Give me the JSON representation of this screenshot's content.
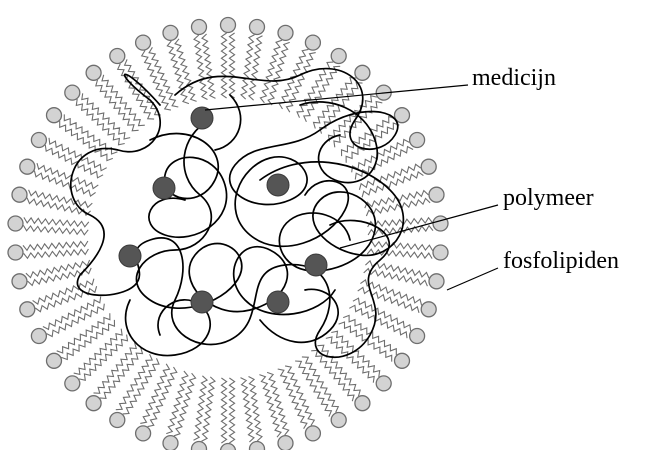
{
  "labels": {
    "drug": "medicijn",
    "polymer": "polymeer",
    "phospholipids": "fosfolipiden"
  },
  "colors": {
    "head_fill": "#d3d3d3",
    "head_stroke": "#6e6e6e",
    "drug_fill": "#555555",
    "polymer_stroke": "#000000"
  }
}
